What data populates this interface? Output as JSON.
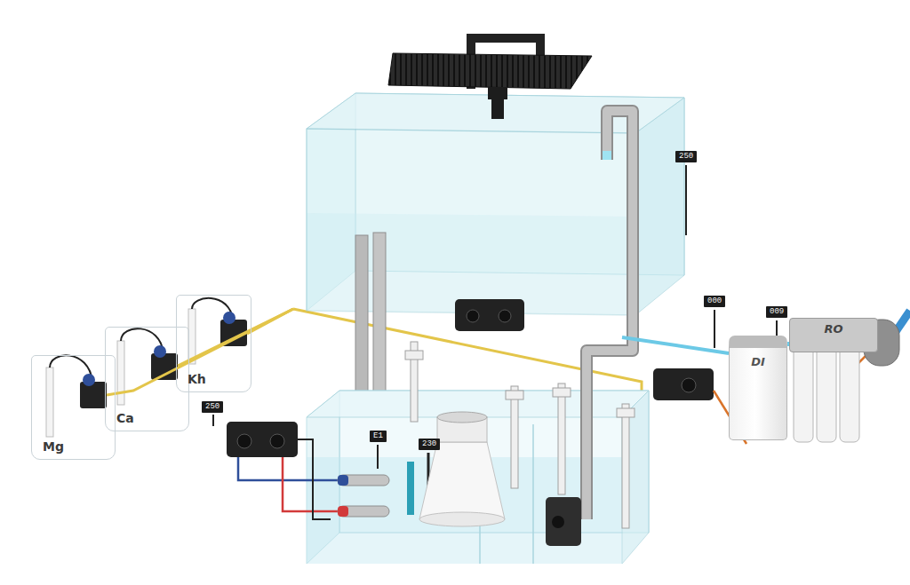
{
  "diagram": {
    "nodes": [
      {
        "text": [
          "Mg"
        ]
      },
      {
        "text": [
          "Ca"
        ]
      },
      {
        "text": [
          "Kh"
        ]
      },
      {
        "text": [
          "DI"
        ]
      },
      {
        "text": [
          "RO"
        ]
      }
    ],
    "edges": [
      {
        "from": 4,
        "to": 3,
        "arrow": "none"
      }
    ],
    "labels": [
      "250",
      "000",
      "009",
      "250",
      "E1",
      "230"
    ]
  }
}
